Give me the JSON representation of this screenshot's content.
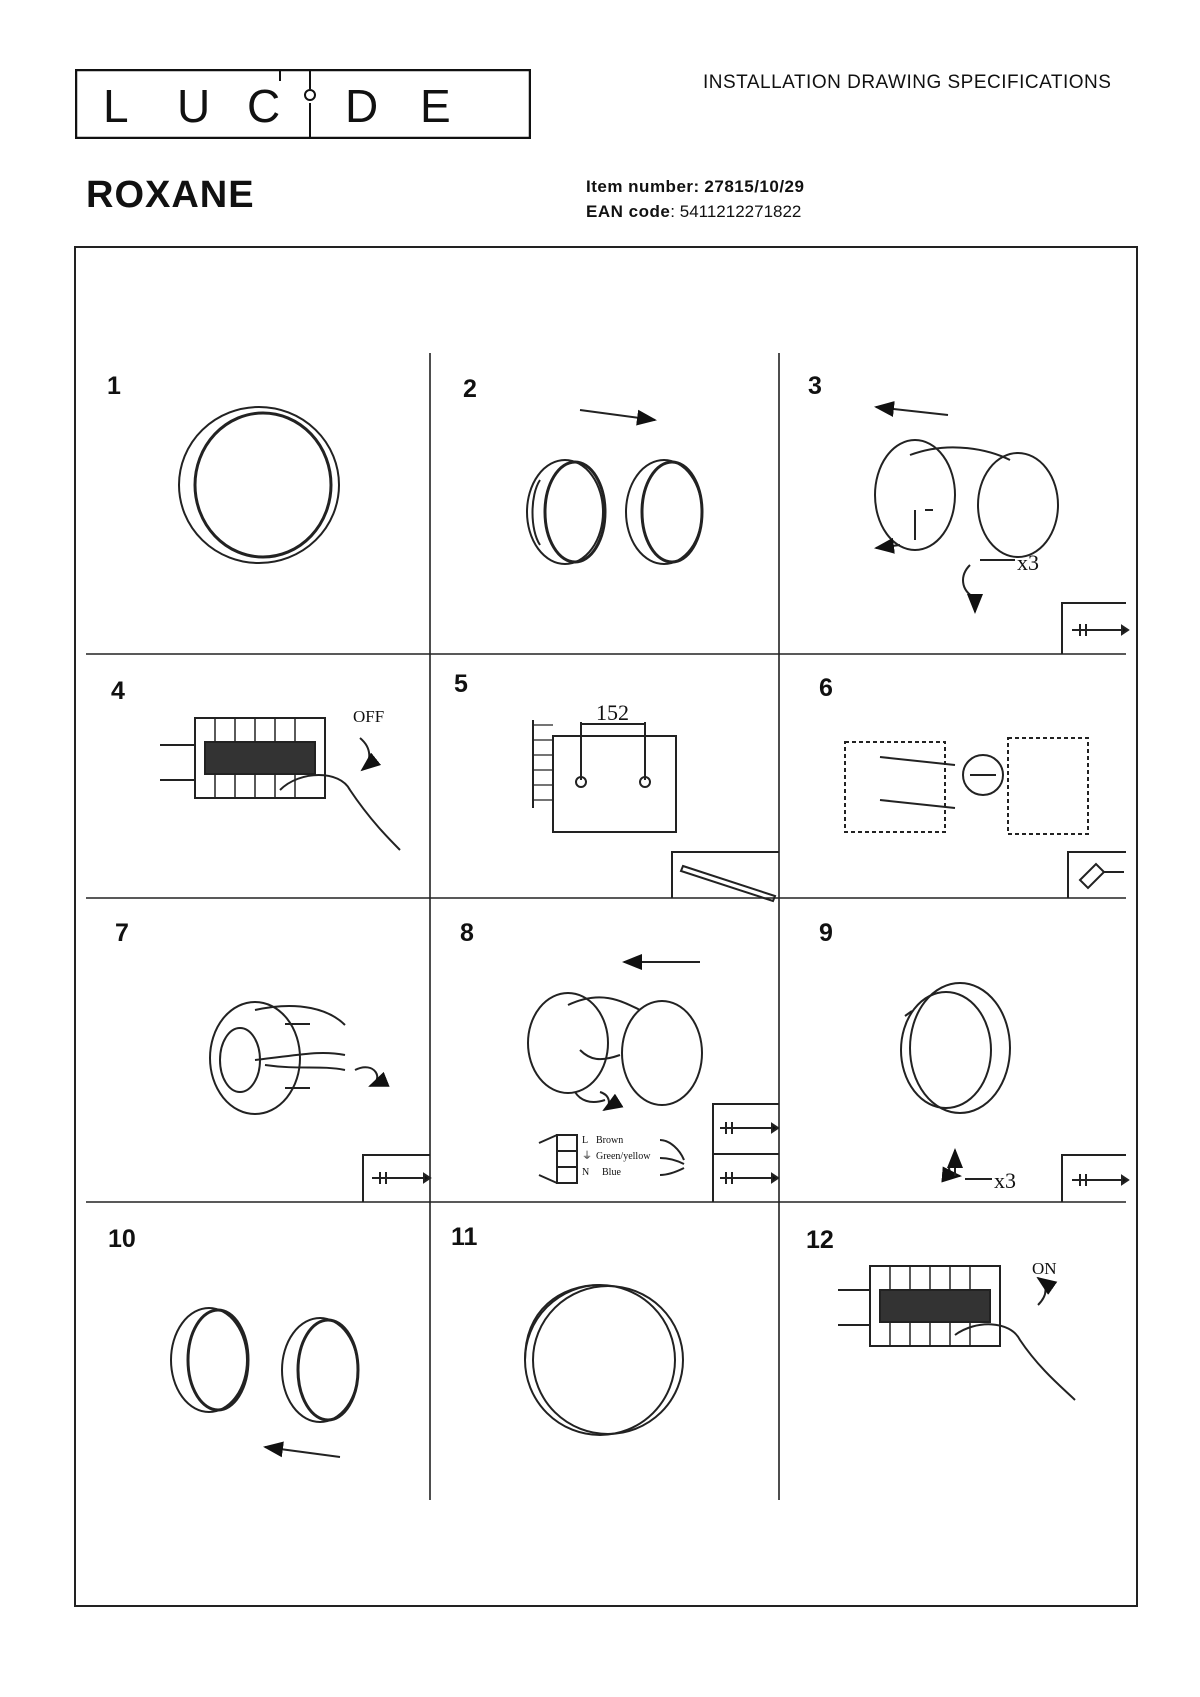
{
  "header": {
    "brand_letters": [
      "L",
      "U",
      "C",
      "I",
      "D",
      "E"
    ],
    "doc_type": "INSTALLATION DRAWING SPECIFICATIONS",
    "product_name": "ROXANE",
    "item_number_label": "Item number:",
    "item_number_value": "27815/10/29",
    "ean_label": "EAN code",
    "ean_value": ": 5411212271822"
  },
  "steps": [
    {
      "number": "1"
    },
    {
      "number": "2"
    },
    {
      "number": "3"
    },
    {
      "number": "4",
      "note": "OFF"
    },
    {
      "number": "5",
      "dimension": "152"
    },
    {
      "number": "6"
    },
    {
      "number": "7"
    },
    {
      "number": "8"
    },
    {
      "number": "9",
      "note": "x3"
    },
    {
      "number": "10"
    },
    {
      "number": "11"
    },
    {
      "number": "12",
      "note": "ON"
    }
  ],
  "step3_note": "x3",
  "wiring": {
    "rows": [
      {
        "terminal": "L",
        "color": "Brown"
      },
      {
        "terminal": "⏚",
        "color": "Green/yellow"
      },
      {
        "terminal": "N",
        "color": "Blue"
      }
    ]
  },
  "icons": [
    "screwdriver-icon",
    "pencil-icon",
    "drill-icon",
    "hand-icon",
    "arrow-icon"
  ]
}
